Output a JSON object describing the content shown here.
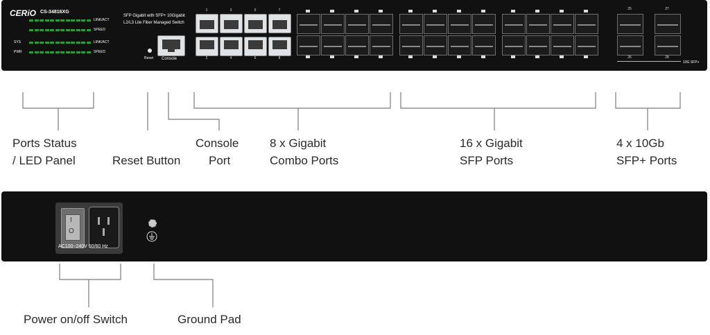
{
  "front": {
    "logo": "CERiO",
    "model": "CS-34816XG",
    "description_line1": "SFP Gigabit with SFP+ 10Gigabit",
    "description_line2": "L2/L3 Lite Fiber Managed Switch",
    "led_link_act": "LINK/ACT",
    "led_speed": "SPEED",
    "led_sys": "SYS",
    "led_pwr": "PWR",
    "reset_label": "Reset",
    "console_label": "Console",
    "sfp_plus_label": "10G SFP+",
    "rj45_numbers_top": [
      "1",
      "3",
      "5",
      "7"
    ],
    "rj45_numbers_bottom": [
      "2",
      "4",
      "6",
      "8"
    ],
    "sfp_plus_numbers_top": [
      "25",
      "27"
    ],
    "sfp_plus_numbers_bottom": [
      "26",
      "28"
    ]
  },
  "callouts": {
    "ports_status_line1": "Ports Status",
    "ports_status_line2": "/  LED Panel",
    "reset_button": "Reset Button",
    "console_line1": "Console",
    "console_line2": "Port",
    "combo_line1": "8 x Gigabit",
    "combo_line2": "Combo Ports",
    "sfp_line1": "16 x Gigabit",
    "sfp_line2": "SFP Ports",
    "sfp_plus_line1": "4 x 10Gb",
    "sfp_plus_line2": "SFP+ Ports"
  },
  "rear": {
    "power_rating": "AC100~240V  50/60 Hz",
    "switch_on": "I",
    "switch_off": "O"
  },
  "rear_callouts": {
    "power_switch": "Power on/off Switch",
    "ground_pad": "Ground  Pad"
  }
}
